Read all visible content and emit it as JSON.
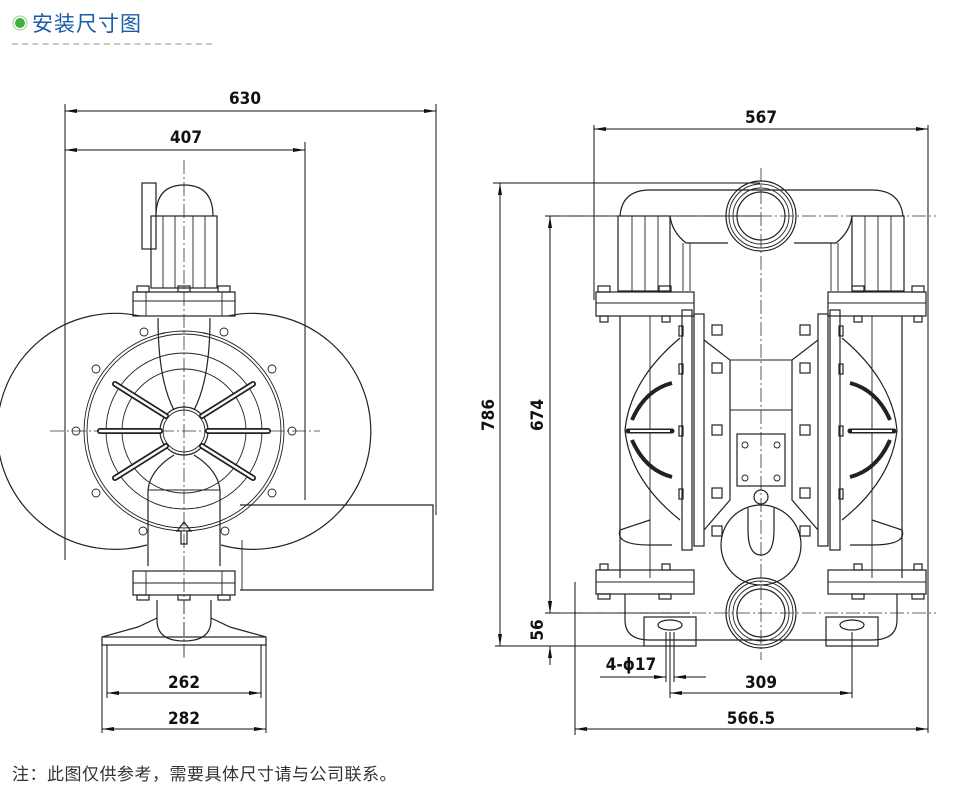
{
  "header": {
    "title": "安装尺寸图",
    "bullet_color": "#3fb23a",
    "title_color": "#1a5ca8"
  },
  "drawing": {
    "left_view": {
      "dimensions": {
        "overall_width": "630",
        "body_width": "407",
        "base_hole_spacing": "262",
        "base_width": "282"
      }
    },
    "front_view": {
      "dimensions": {
        "overall_width": "567",
        "overall_height": "786",
        "port_height": "674",
        "base_height": "56",
        "mount_holes": "4-ϕ17",
        "foot_hole_spacing": "309",
        "base_overall_width": "566.5"
      }
    }
  },
  "note": "注：此图仅供参考，需要具体尺寸请与公司联系。"
}
